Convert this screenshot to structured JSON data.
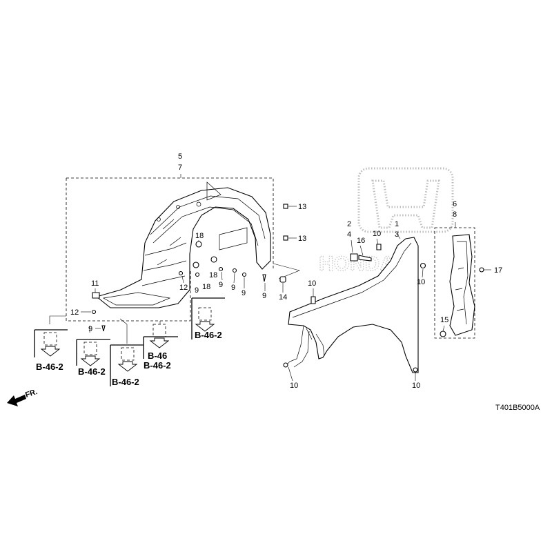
{
  "diagram": {
    "code": "T401B5000A",
    "direction_label": "FR.",
    "watermark": "HONDA",
    "callouts": {
      "c1": "1",
      "c2": "2",
      "c3": "3",
      "c4": "4",
      "c5": "5",
      "c6": "6",
      "c7": "7",
      "c8": "8",
      "c9a": "9",
      "c9b": "9",
      "c9c": "9",
      "c9d": "9",
      "c9e": "9",
      "c10a": "10",
      "c10b": "10",
      "c10c": "10",
      "c10d": "10",
      "c10e": "10",
      "c11": "11",
      "c12a": "12",
      "c12b": "12",
      "c13a": "13",
      "c13b": "13",
      "c14": "14",
      "c15": "15",
      "c16": "16",
      "c17": "17",
      "c18a": "18",
      "c18b": "18",
      "c18c": "18"
    },
    "refs": {
      "r1": "B-46-2",
      "r2": "B-46-2",
      "r3": "B-46-2",
      "r4": "B-46-2",
      "r5a": "B-46",
      "r5b": "B-46-2"
    }
  }
}
